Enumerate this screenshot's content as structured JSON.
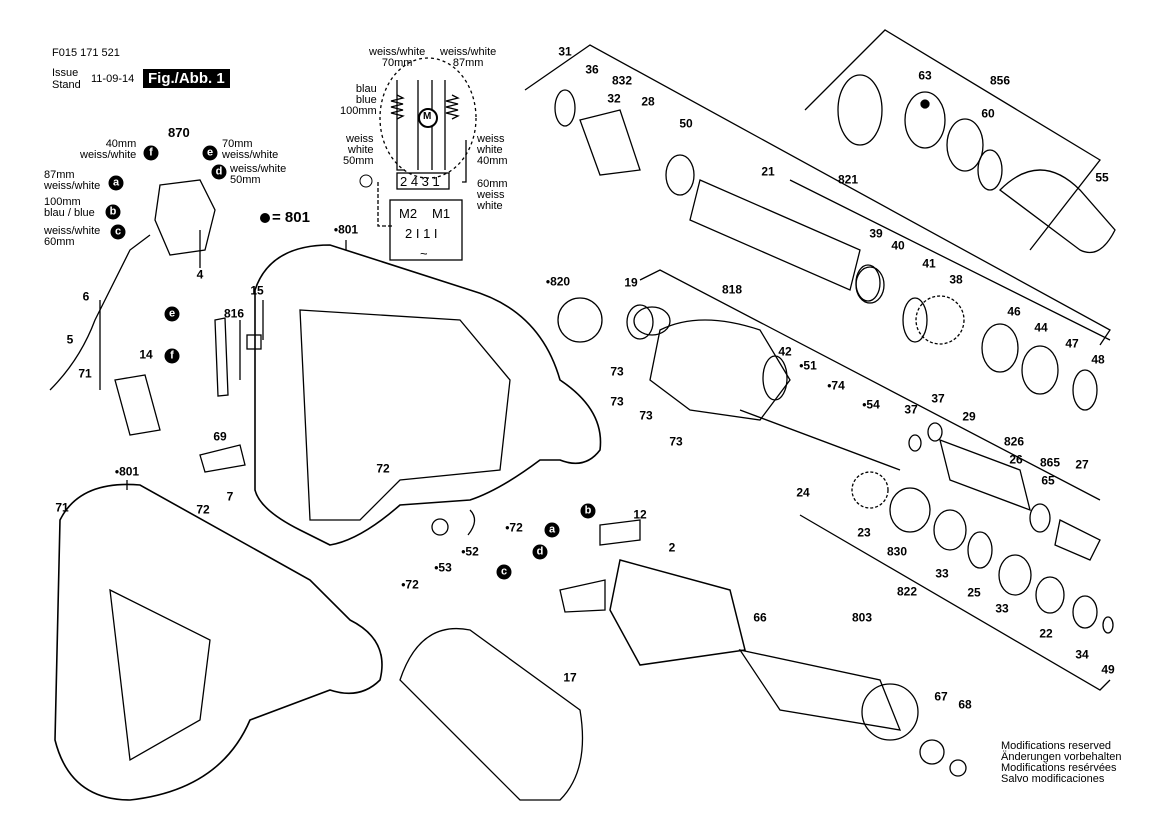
{
  "header": {
    "doc_number": "F015 171 521",
    "issue_label": "Issue",
    "stand_label": "Stand",
    "date": "11-09-14",
    "figure": "Fig./Abb. 1"
  },
  "legend": {
    "dot_note": "= 801"
  },
  "wiring_switch": {
    "part": "870",
    "f": "40mm\nweiss/white",
    "e": "70mm\nweiss/white",
    "d": "weiss/white\n50mm",
    "a": "87mm\nweiss/white",
    "b": "100mm\nblau / blue",
    "c": "weiss/white\n60mm"
  },
  "schematic": {
    "top_left": "weiss/white\n70mm",
    "top_right": "weiss/white\n87mm",
    "blue": "blau\nblue\n100mm",
    "white50": "weiss\nwhite\n50mm",
    "white40": "weiss\nwhite\n40mm",
    "white60": "60mm\nweiss\nwhite",
    "motor": "M",
    "terminals": "2 4 3 1",
    "m2": "M2",
    "m1": "M1",
    "mains": "2 I  1 I",
    "ac": "~"
  },
  "letters": [
    "a",
    "b",
    "c",
    "d",
    "e",
    "f"
  ],
  "parts": [
    "31",
    "36",
    "832",
    "32",
    "28",
    "50",
    "21",
    "821",
    "63",
    "856",
    "60",
    "55",
    "39",
    "40",
    "41",
    "38",
    "46",
    "44",
    "47",
    "48",
    "•820",
    "19",
    "818",
    "42",
    "•51",
    "•74",
    "•54",
    "73",
    "73",
    "73",
    "73",
    "37",
    "37",
    "29",
    "826",
    "26",
    "865",
    "65",
    "27",
    "24",
    "23",
    "830",
    "33",
    "822",
    "25",
    "33",
    "22",
    "34",
    "49",
    "66",
    "803",
    "67",
    "68",
    "2",
    "12",
    "17",
    "•801",
    "•801",
    "71",
    "72",
    "7",
    "72",
    "69",
    "14",
    "71",
    "816",
    "15",
    "6",
    "5",
    "4",
    "•53",
    "•52",
    "•72",
    "•72"
  ],
  "footer": {
    "lines": [
      "Modifications reserved",
      "Änderungen vorbehalten",
      "Modifications resérvées",
      "Salvo modificaciones"
    ]
  }
}
